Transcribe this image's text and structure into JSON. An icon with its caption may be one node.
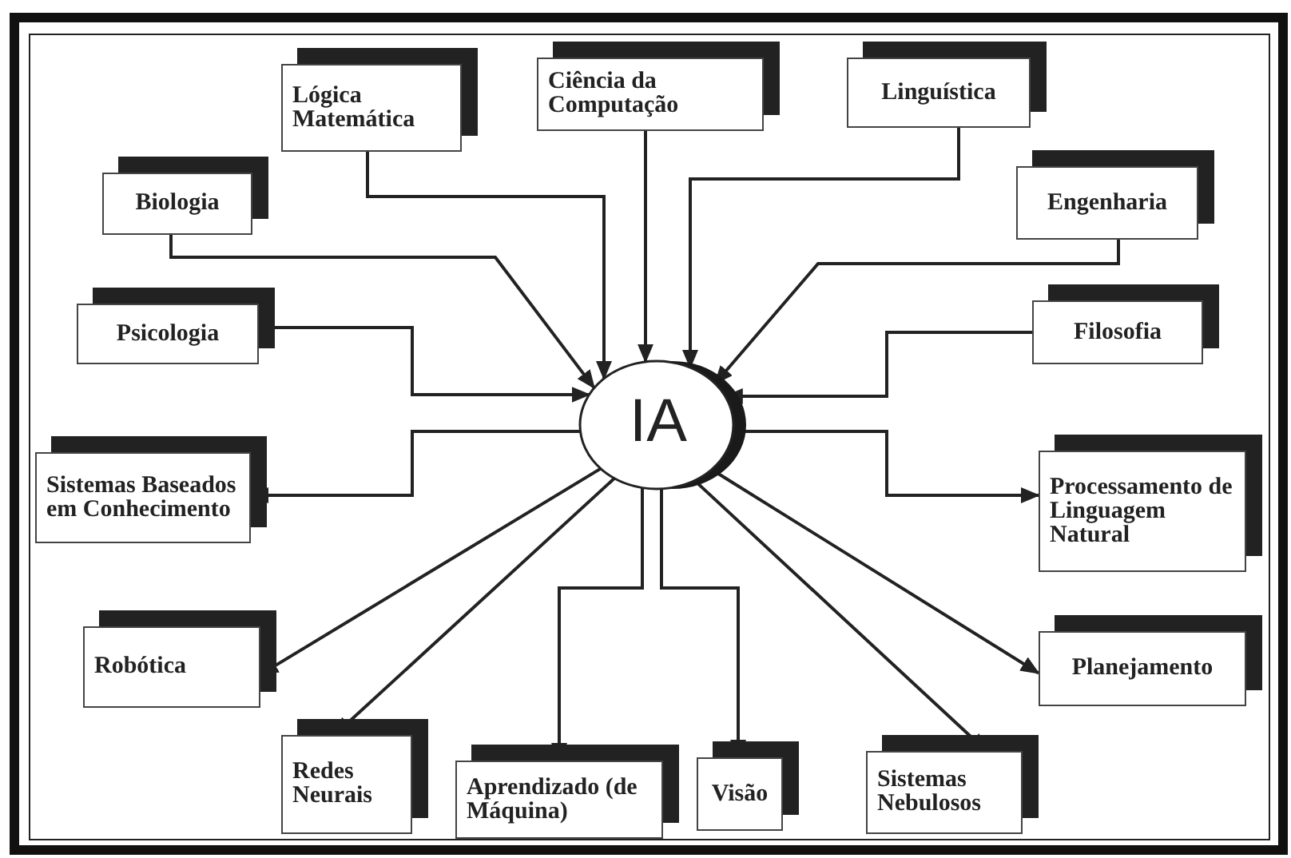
{
  "diagram": {
    "nodes": [
      {
        "text": [
          "IA"
        ]
      },
      {
        "text": [
          "Lógica Matemática"
        ]
      },
      {
        "text": [
          "Ciência da Computação"
        ]
      },
      {
        "text": [
          "Linguística"
        ]
      },
      {
        "text": [
          "Biologia"
        ]
      },
      {
        "text": [
          "Engenharia"
        ]
      },
      {
        "text": [
          "Psicologia"
        ]
      },
      {
        "text": [
          "Filosofia"
        ]
      },
      {
        "text": [
          "Sistemas Baseados em Conhecimento"
        ]
      },
      {
        "text": [
          "Processamento de Linguagem Natural"
        ]
      },
      {
        "text": [
          "Robótica"
        ]
      },
      {
        "text": [
          "Redes Neurais"
        ]
      },
      {
        "text": [
          "Aprendizado (de Máquina)"
        ]
      },
      {
        "text": [
          "Visão"
        ]
      },
      {
        "text": [
          "Sistemas Nebulosos"
        ]
      },
      {
        "text": [
          "Planejamento"
        ]
      }
    ],
    "edges": [
      {
        "from": 1,
        "to": 0,
        "arrow": "to"
      },
      {
        "from": 2,
        "to": 0,
        "arrow": "to"
      },
      {
        "from": 3,
        "to": 0,
        "arrow": "to"
      },
      {
        "from": 4,
        "to": 0,
        "arrow": "to"
      },
      {
        "from": 6,
        "to": 0,
        "arrow": "to"
      },
      {
        "from": 5,
        "to": 0,
        "arrow": "to"
      },
      {
        "from": 7,
        "to": 0,
        "arrow": "to"
      },
      {
        "from": 0,
        "to": 8,
        "arrow": "to"
      },
      {
        "from": 0,
        "to": 9,
        "arrow": "to"
      },
      {
        "from": 0,
        "to": 10,
        "arrow": "to"
      },
      {
        "from": 0,
        "to": 11,
        "arrow": "to"
      },
      {
        "from": 0,
        "to": 12,
        "arrow": "to"
      },
      {
        "from": 0,
        "to": 13,
        "arrow": "to"
      },
      {
        "from": 0,
        "to": 14,
        "arrow": "to"
      },
      {
        "from": 0,
        "to": 15,
        "arrow": "to"
      }
    ]
  }
}
